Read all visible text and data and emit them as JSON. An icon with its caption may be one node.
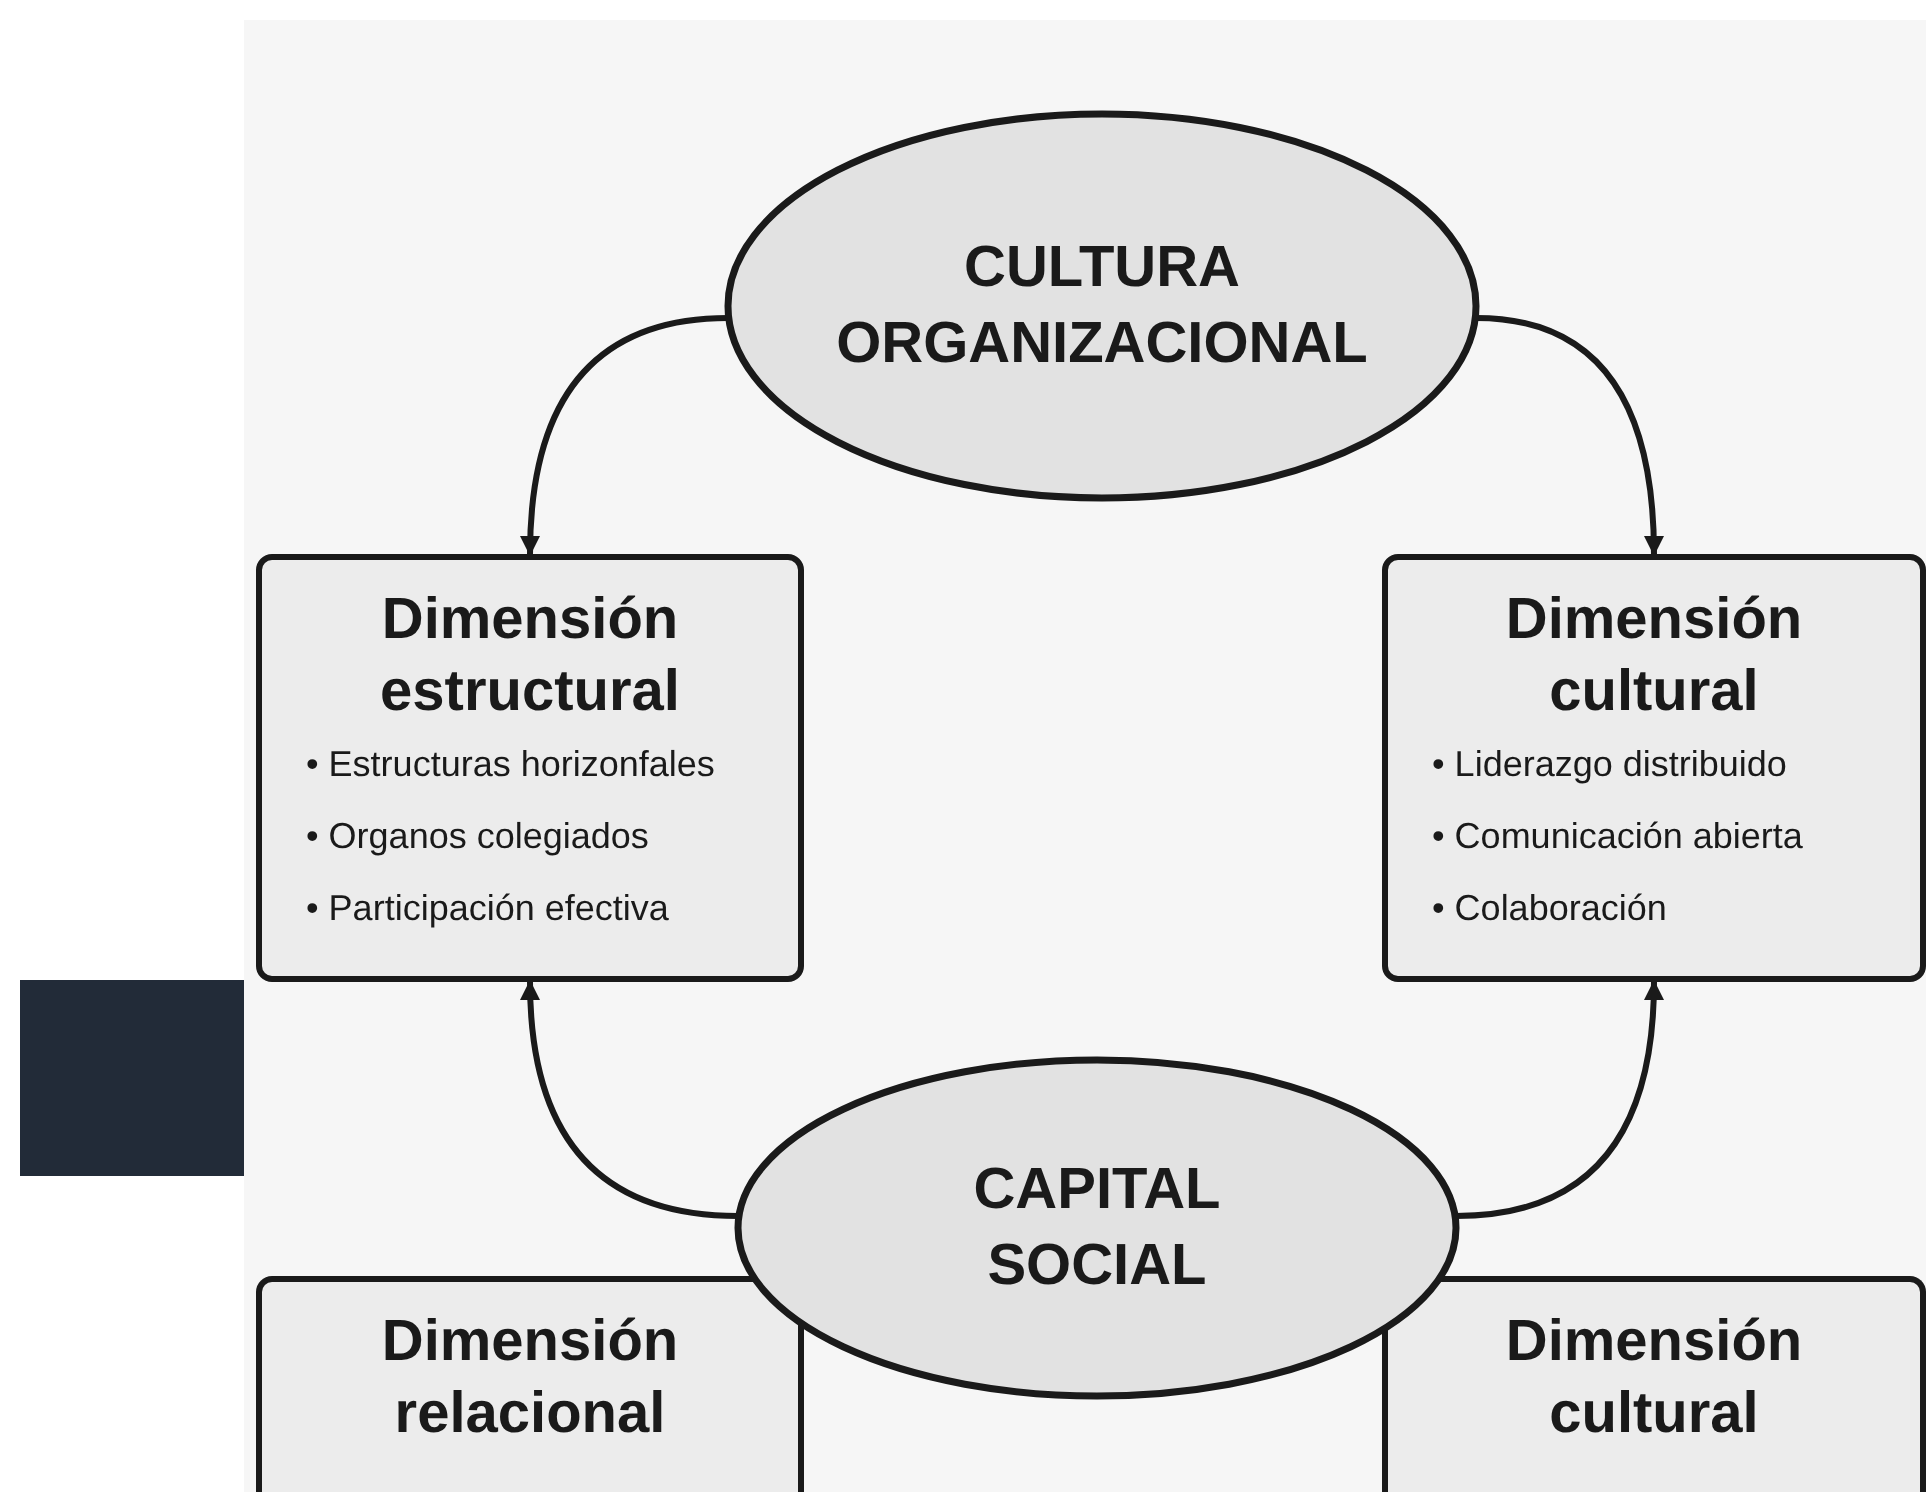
{
  "diagram": {
    "nodes": [
      {
        "text": [
          "CULTURA ORGANIZACIONAL"
        ]
      },
      {
        "text": [
          "Dimensión estructural",
          "• Estructuras horizonfales",
          "• Organos colegiados",
          "• Participación efectiva"
        ]
      },
      {
        "text": [
          "Dimensión cultural",
          "• Liderazgo distribuido",
          "• Comunicación abierta",
          "• Colaboración"
        ]
      },
      {
        "text": [],
        "shape": "box"
      },
      {
        "text": [
          "CAPITAL SOCIAL"
        ]
      },
      {
        "text": [
          "Dimensión relacional"
        ]
      },
      {
        "text": [
          "Dimensión cultural"
        ]
      }
    ],
    "edges": [
      {
        "from": 0,
        "to": 1,
        "arrow": "to"
      },
      {
        "from": 0,
        "to": 2,
        "arrow": "to"
      },
      {
        "from": 4,
        "to": 1,
        "arrow": "to"
      },
      {
        "from": 4,
        "to": 2,
        "arrow": "to"
      }
    ]
  }
}
